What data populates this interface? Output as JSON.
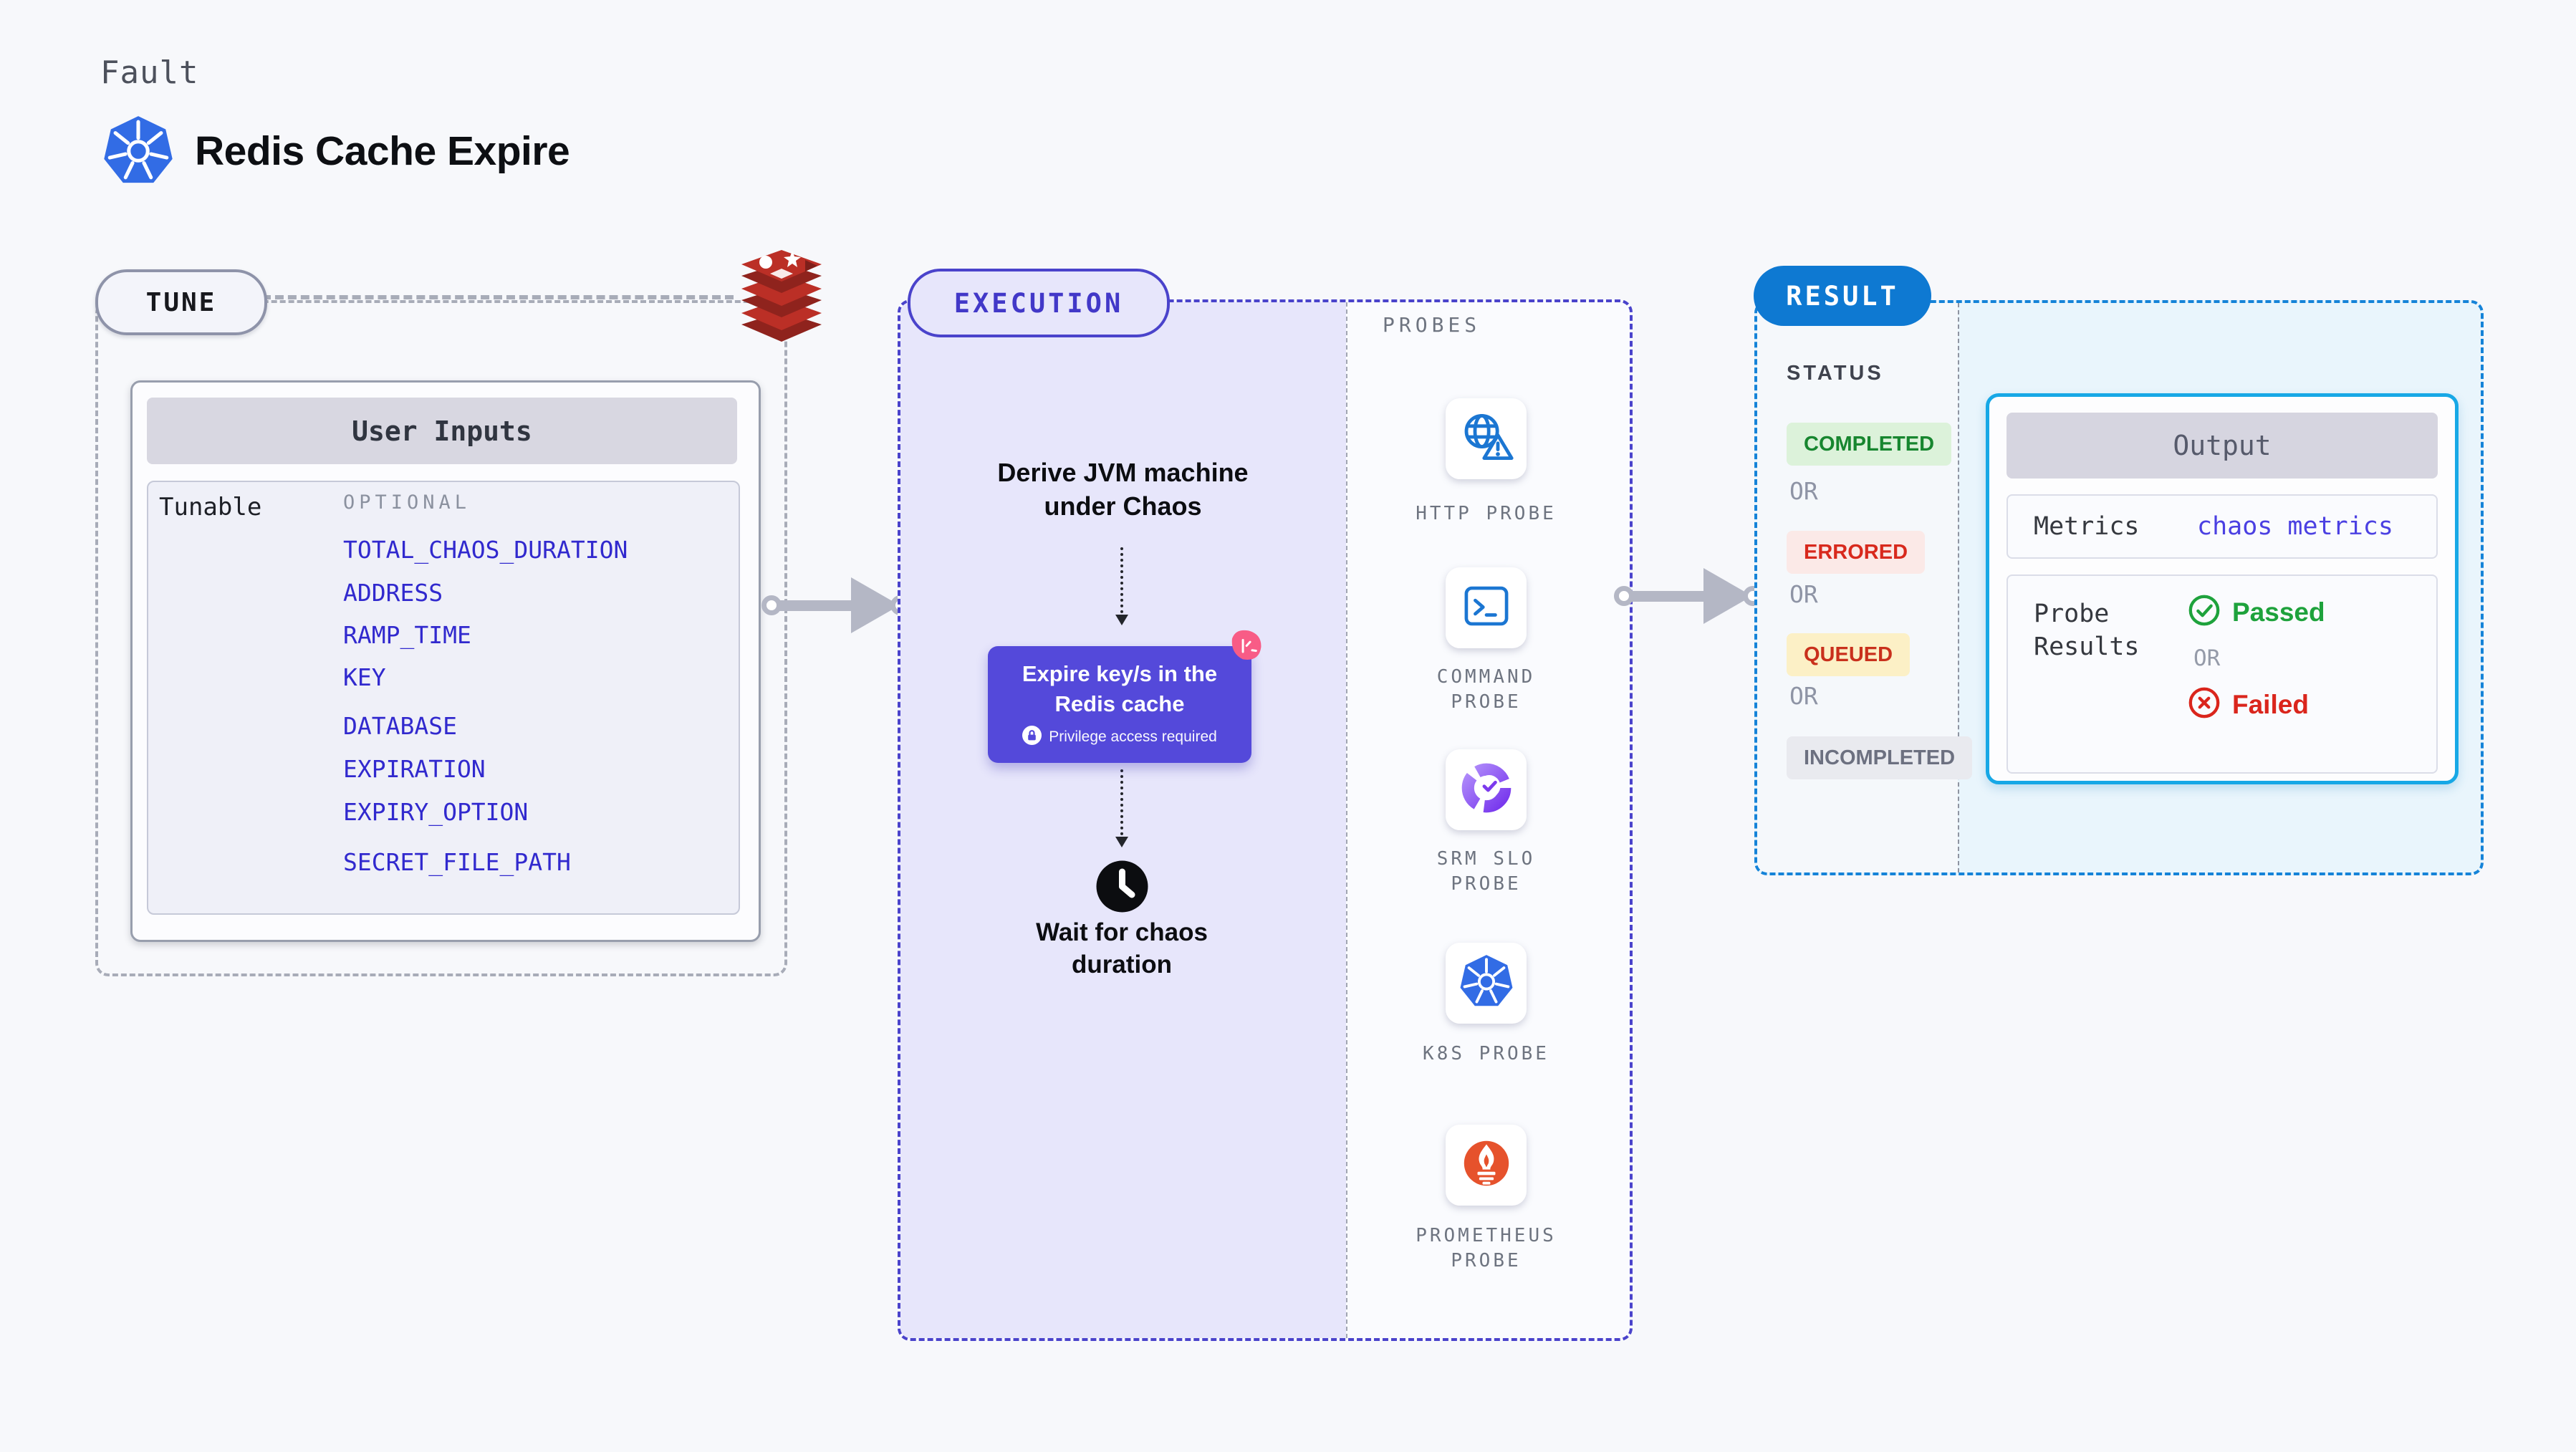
{
  "header": {
    "eyebrow": "Fault",
    "title": "Redis Cache Expire"
  },
  "tune": {
    "badge": "TUNE",
    "user_inputs": {
      "title": "User Inputs",
      "row_label": "Tunable",
      "group_label": "OPTIONAL",
      "items": [
        "TOTAL_CHAOS_DURATION",
        "ADDRESS",
        "RAMP_TIME",
        "KEY",
        "DATABASE",
        "EXPIRATION",
        "EXPIRY_OPTION",
        "SECRET_FILE_PATH"
      ]
    }
  },
  "execution": {
    "badge": "EXECUTION",
    "derive_line1": "Derive JVM machine",
    "derive_line2": "under Chaos",
    "action": {
      "line1": "Expire key/s in the",
      "line2": "Redis cache",
      "privilege": "Privilege access required"
    },
    "wait_line1": "Wait for chaos",
    "wait_line2": "duration",
    "probes": {
      "label": "PROBES",
      "items": [
        {
          "icon": "http-probe-icon",
          "line1": "HTTP PROBE",
          "line2": ""
        },
        {
          "icon": "command-probe-icon",
          "line1": "COMMAND",
          "line2": "PROBE"
        },
        {
          "icon": "srm-slo-probe-icon",
          "line1": "SRM SLO",
          "line2": "PROBE"
        },
        {
          "icon": "k8s-probe-icon",
          "line1": "K8S PROBE",
          "line2": ""
        },
        {
          "icon": "prometheus-probe-icon",
          "line1": "PROMETHEUS",
          "line2": "PROBE"
        }
      ]
    }
  },
  "result": {
    "badge": "RESULT",
    "status": {
      "label": "STATUS",
      "separator": "OR",
      "badges": [
        {
          "label": "COMPLETED",
          "bg": "#dcf2da",
          "fg": "#17862f"
        },
        {
          "label": "ERRORED",
          "bg": "#fbe9e7",
          "fg": "#d8291d"
        },
        {
          "label": "QUEUED",
          "bg": "#fcf0c6",
          "fg": "#c9301c"
        },
        {
          "label": "INCOMPLETED",
          "bg": "#e9eaef",
          "fg": "#6c7080"
        }
      ]
    },
    "output": {
      "title": "Output",
      "metrics_label": "Metrics",
      "metrics_value": "chaos metrics",
      "probe_results_line1": "Probe",
      "probe_results_line2": "Results",
      "passed": "Passed",
      "separator": "OR",
      "failed": "Failed"
    }
  },
  "colors": {
    "page_bg": "#f7f8fb",
    "tune_border": "#a8acb8",
    "execution_accent": "#4a43cb",
    "execution_fill": "#e7e6fb",
    "action_purple": "#5449da",
    "litmus_pink": "#f85c86",
    "result_accent": "#1583d8",
    "result_badge_bg": "#0e79d2",
    "result_fill": "#e9f5fc",
    "output_border": "#17a8e6",
    "link_indigo": "#3129ce",
    "redis_red": "#bb2f26",
    "k8s_blue": "#326ce5",
    "http_blue": "#1b76d2",
    "srm_purple": "#7c3aed",
    "prometheus_orange": "#e6522c",
    "passed_green": "#1ea23c",
    "failed_red": "#da251c"
  }
}
